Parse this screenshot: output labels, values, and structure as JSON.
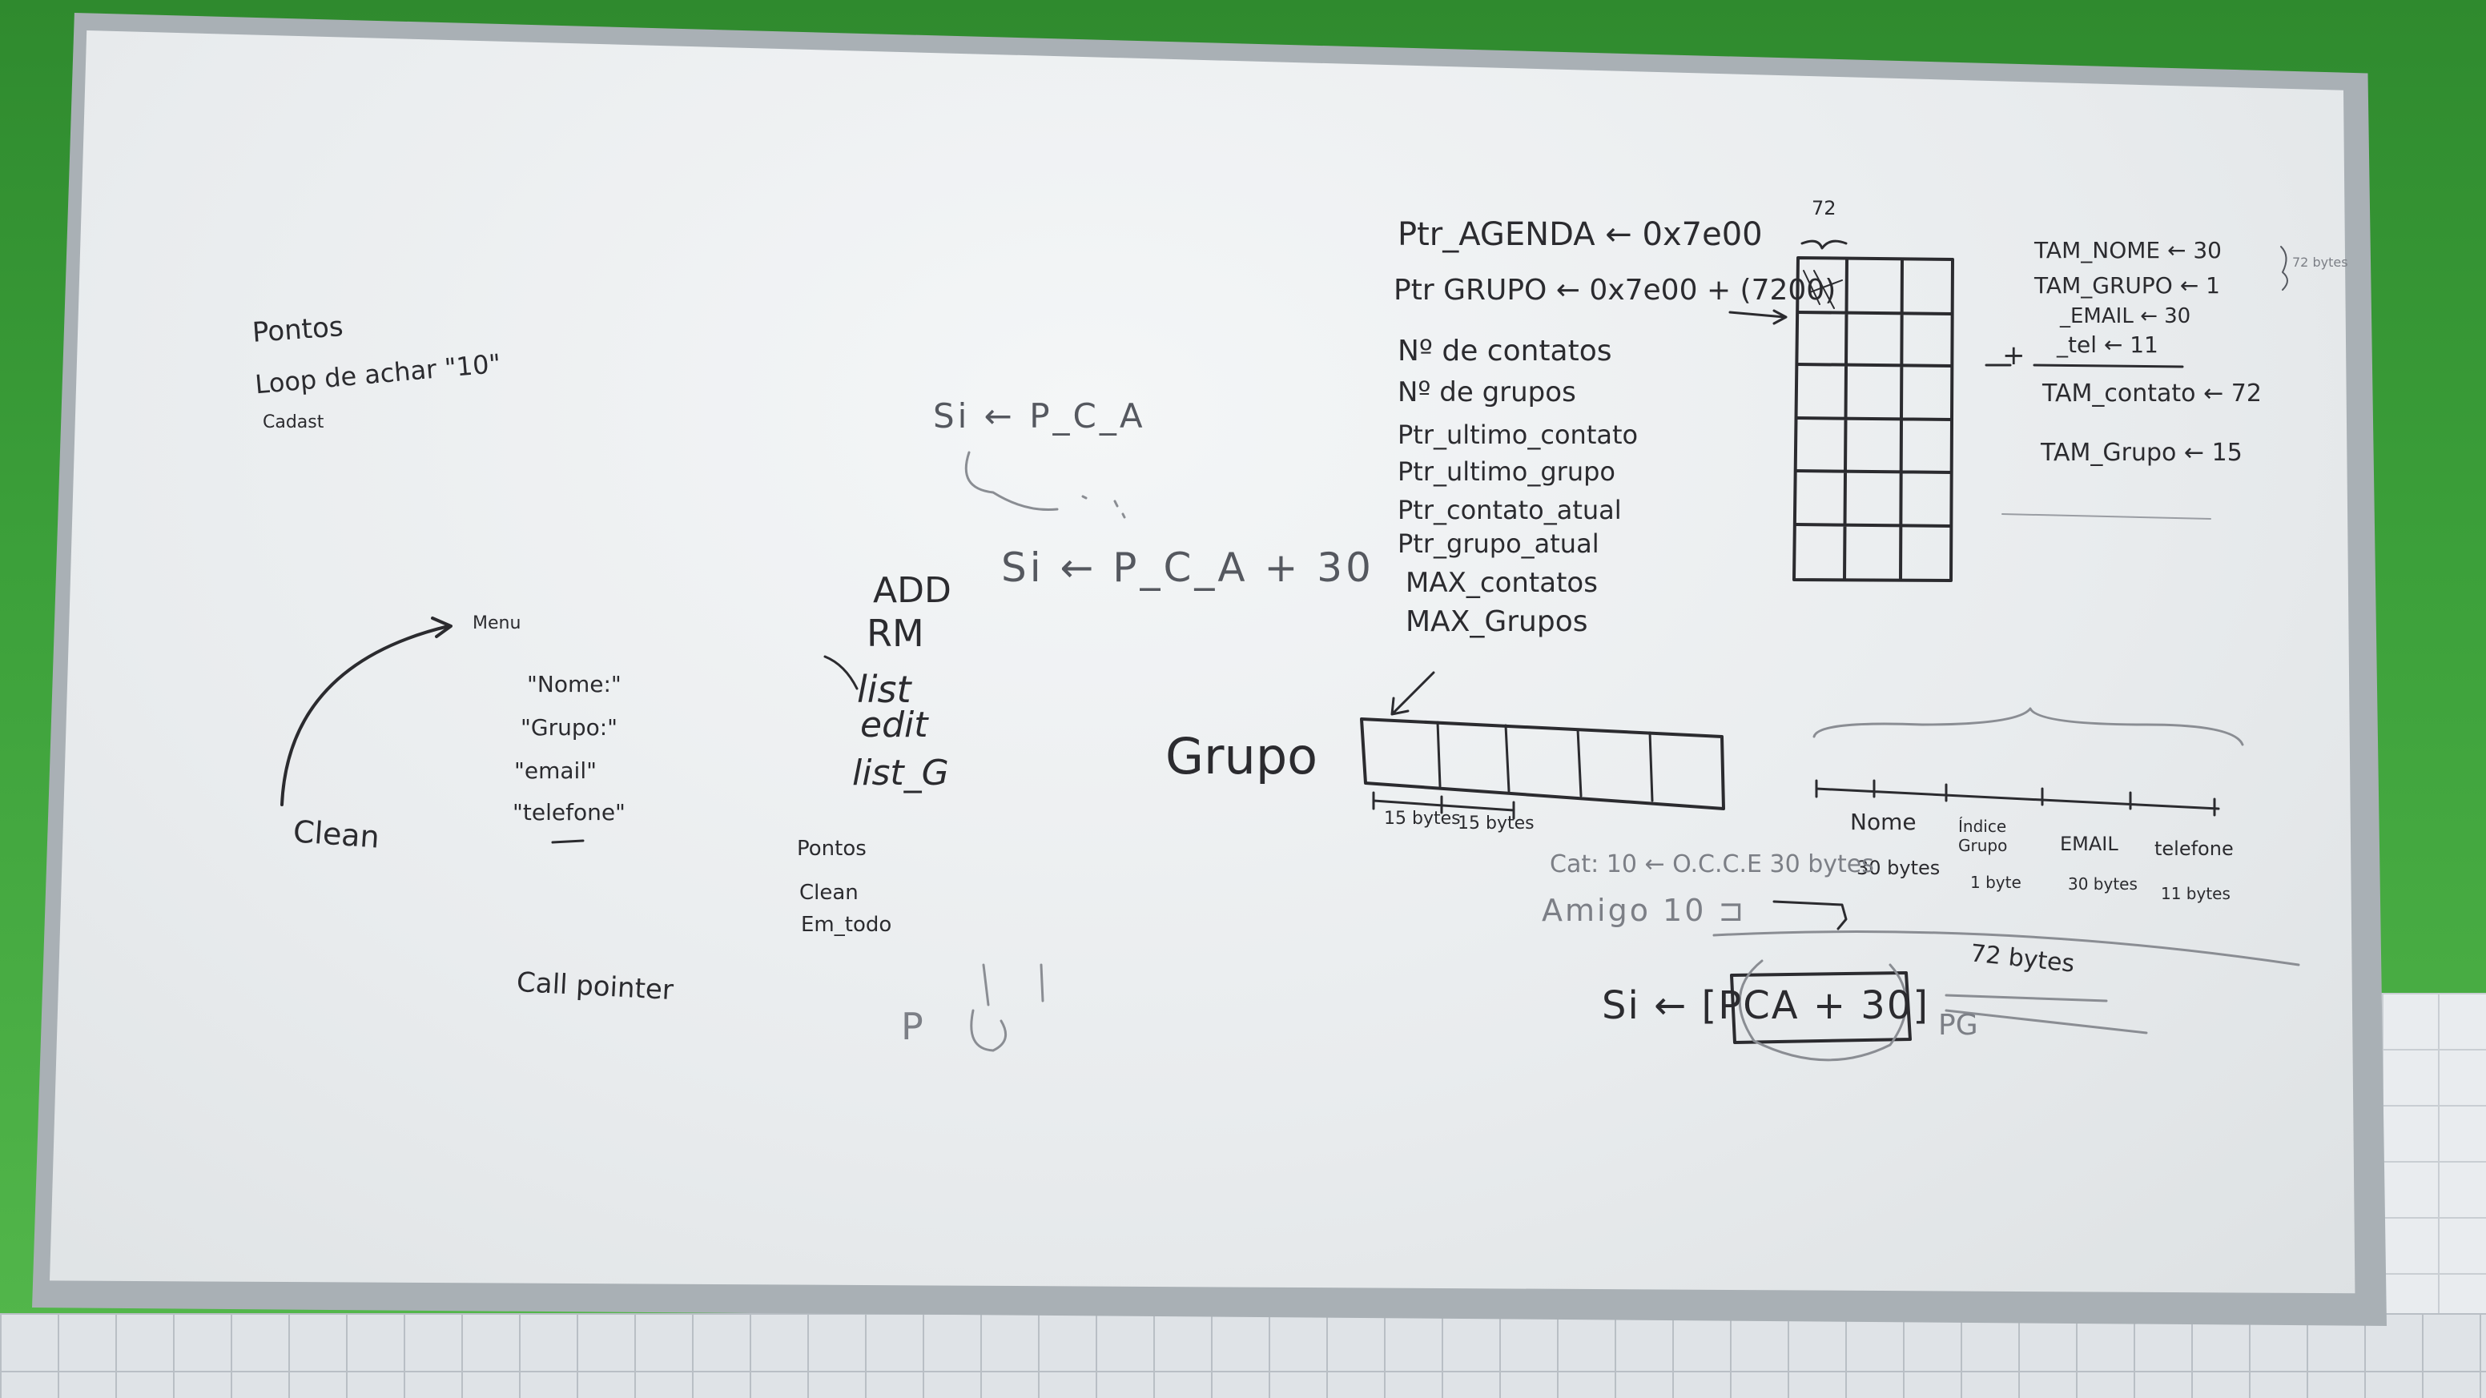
{
  "scene": {
    "colors": {
      "wall": "#3f9a3a",
      "board": "#eceff1",
      "frame": "#a9b0b5",
      "ink": "#2b2b2f"
    }
  },
  "notes": {
    "left_top": [
      "Pontos",
      "Loop de achar \"10\"",
      "Cadast"
    ],
    "menu_label": "Menu",
    "clean_label": "Clean",
    "fields": [
      "\"Nome:\"",
      "\"Grupo:\"",
      "\"email\"",
      "\"telefone\""
    ],
    "call_pointer": "Call pointer",
    "si_pca": "Si ← P_C_A",
    "si_pca_30": "Si ← P_C_A + 30",
    "commands": [
      "ADD",
      "RM",
      "list",
      "edit",
      "list_G"
    ],
    "small_list": [
      "Pontos",
      "Clean",
      "Em_todo"
    ],
    "p_label": "P",
    "grupo_label": "Grupo",
    "grupo_bytes": [
      "15 bytes",
      "15 bytes"
    ],
    "vars": [
      "Ptr_AGENDA ← 0x7e00",
      "Ptr GRUPO ← 0x7e00 + (7200)",
      "Nº de contatos",
      "Nº de grupos",
      "Ptr_ultimo_contato",
      "Ptr_ultimo_grupo",
      "Ptr_contato_atual",
      "Ptr_grupo_atual",
      "MAX_contatos",
      "MAX_Grupos"
    ],
    "grid_top_label": "72",
    "sizes": [
      "TAM_NOME ← 30",
      "TAM_GRUPO ← 1",
      "_EMAIL ← 30",
      "_tel ← 11",
      "TAM_contato ← 72",
      "TAM_Grupo ← 15"
    ],
    "sizes_bracket": "72 bytes",
    "plus_sign": "+",
    "record_fields": [
      "Nome",
      "Índice Grupo",
      "EMAIL",
      "telefone"
    ],
    "record_bytes": [
      "30 bytes",
      "1 byte",
      "30 bytes",
      "11 bytes"
    ],
    "example_line": "Cat: 10 ← O.C.C.E 30 bytes",
    "amigo": "Amigo 10 ⊐",
    "si_bracket": "Si ← [PCA + 30]",
    "bytes_72": "72 bytes",
    "pg": "PG"
  }
}
